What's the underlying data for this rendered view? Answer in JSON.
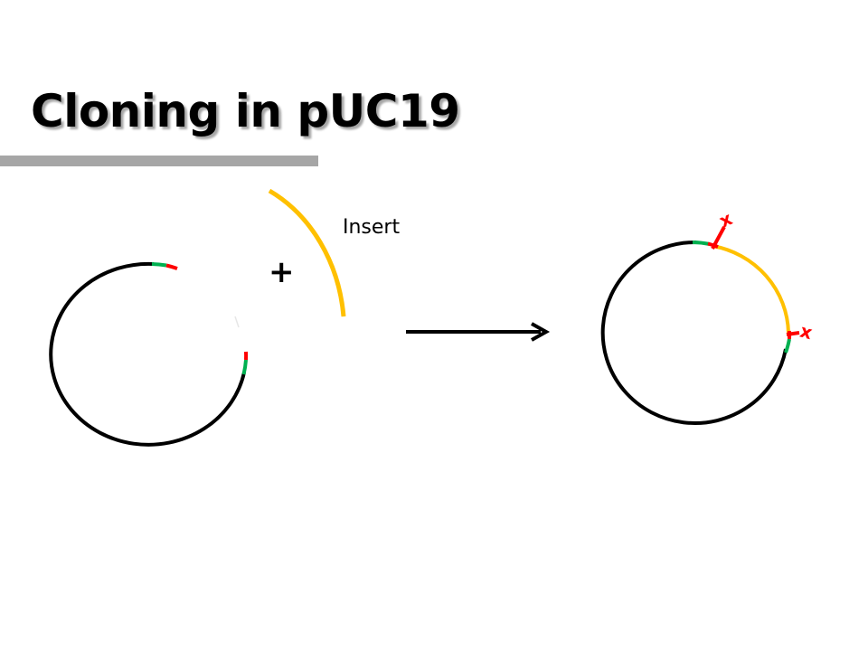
{
  "slide": {
    "title": "Cloning in pUC19"
  },
  "diagram": {
    "insert_label": "Insert",
    "plus_symbol": "+",
    "site_marker": "x"
  },
  "colors": {
    "backbone": "#000000",
    "insert": "#ffc000",
    "site_green": "#00b050",
    "site_red": "#ff0000",
    "title_rule": "#a6a6a6"
  }
}
